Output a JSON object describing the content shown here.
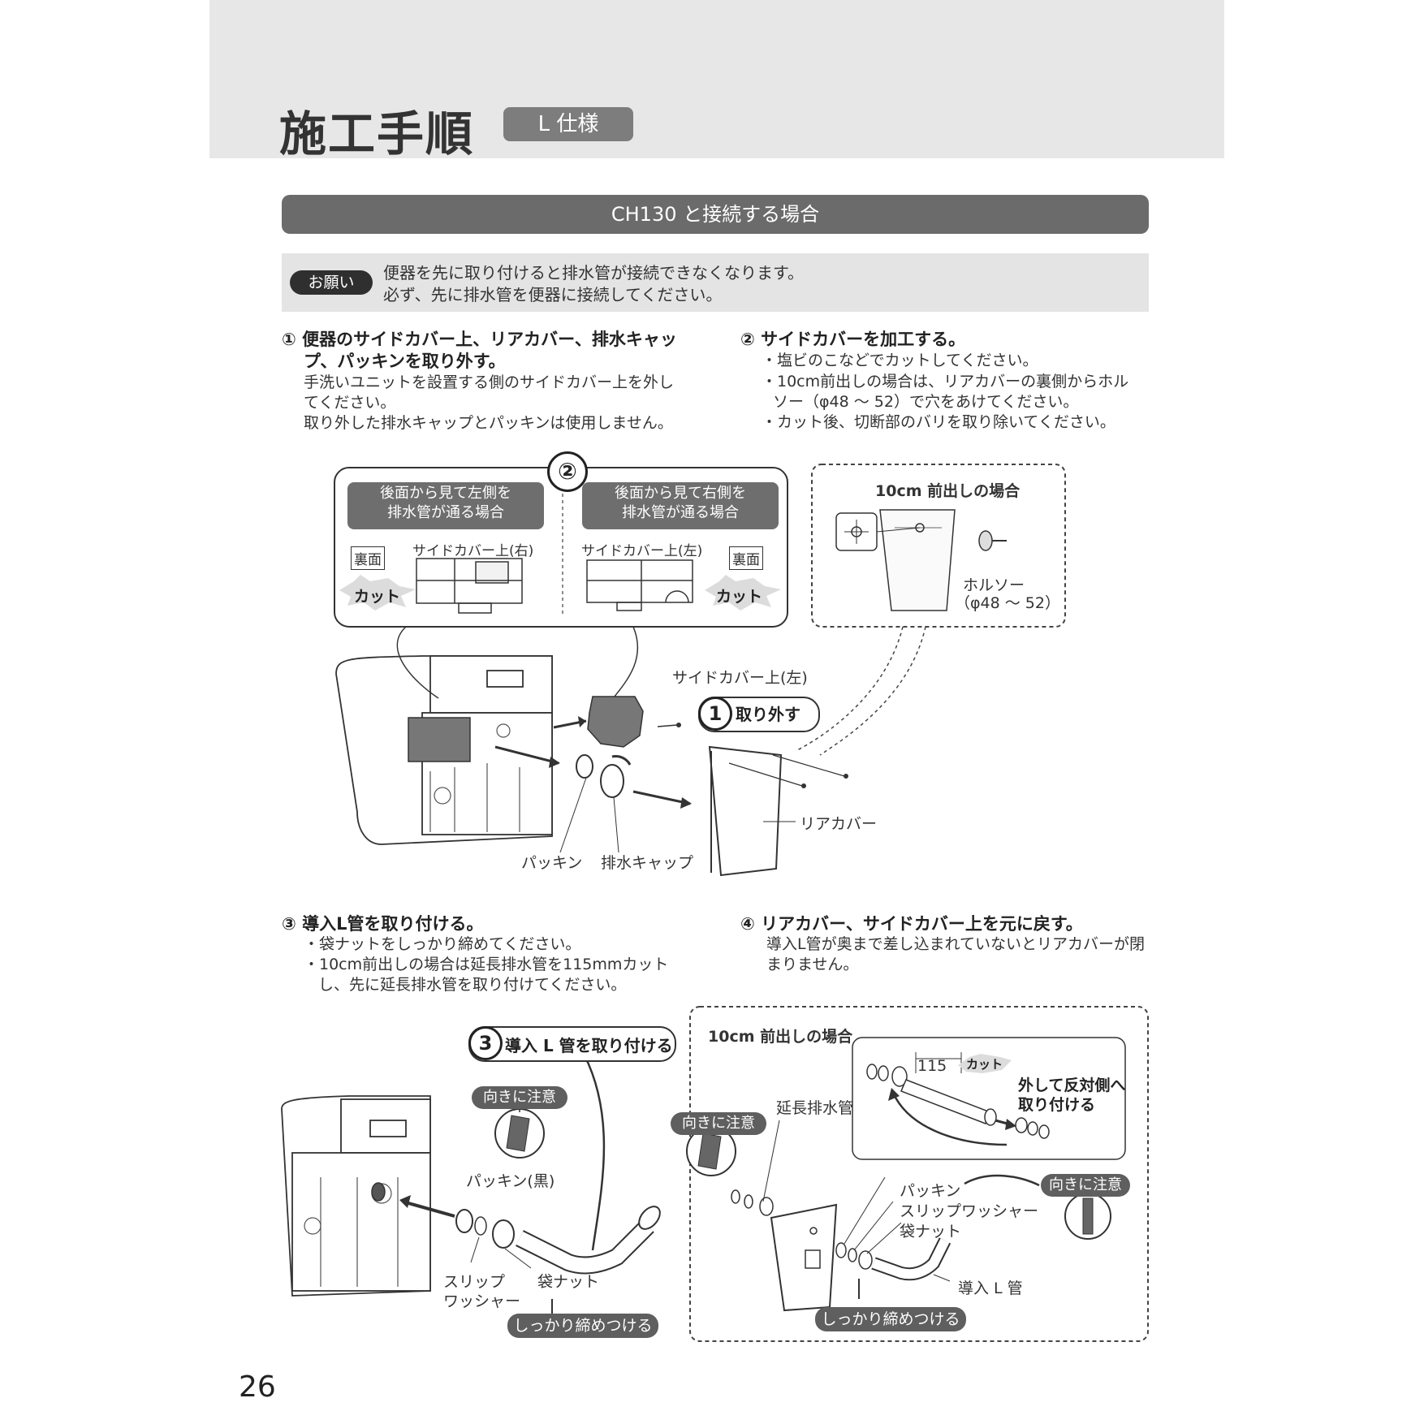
{
  "header": {
    "title": "施工手順",
    "spec_badge": "L 仕様"
  },
  "section": {
    "title": "CH130 と接続する場合"
  },
  "notice": {
    "badge": "お願い",
    "lines": [
      "便器を先に取り付けると排水管が接続できなくなります。",
      "必ず、先に排水管を便器に接続してください。"
    ]
  },
  "steps": {
    "s1": {
      "title_lines": [
        "① 便器のサイドカバー上、リアカバー、排水キャッ",
        "プ、パッキンを取り外す。"
      ],
      "text_lines": [
        "手洗いユニットを設置する側のサイドカバー上を外し",
        "てください。",
        "取り外した排水キャップとパッキンは使用しません。"
      ]
    },
    "s2": {
      "title": "② サイドカバーを加工する。",
      "text_lines": [
        "・塩ビのこなどでカットしてください。",
        "・10cm前出しの場合は、リアカバーの裏側からホル",
        "ソー（φ48 ～ 52）で穴をあけてください。",
        "・カット後、切断部のバリを取り除いてください。"
      ]
    },
    "s3": {
      "title": "③ 導入L管を取り付ける。",
      "text_lines": [
        "・袋ナットをしっかり締めてください。",
        "・10cm前出しの場合は延長排水管を115mmカット",
        "し、先に延長排水管を取り付けてください。"
      ]
    },
    "s4": {
      "title": "④ リアカバー、サイドカバー上を元に戻す。",
      "text_lines": [
        "導入L管が奥まで差し込まれていないとリアカバーが閉",
        "まりません。"
      ]
    }
  },
  "fig1": {
    "step_marker": "②",
    "left_head_lines": [
      "後面から見て左側を",
      "排水管が通る場合"
    ],
    "right_head_lines": [
      "後面から見て右側を",
      "排水管が通る場合"
    ],
    "back_side": "裏面",
    "cut": "カット",
    "side_cover_right": "サイドカバー上(右)",
    "side_cover_left": "サイドカバー上(左)",
    "front10_title": "10cm 前出しの場合",
    "hole_saw": "ホルソー",
    "hole_saw_size": "（φ48 ～ 52）",
    "side_cover_left_callout": "サイドカバー上(左)",
    "remove_num": "1",
    "remove_label": "取り外す",
    "rear_cover": "リアカバー",
    "packing": "パッキン",
    "drain_cap": "排水キャップ"
  },
  "fig2": {
    "step_num": "3",
    "step_label": "導入 L 管を取り付ける",
    "caution": "向きに注意",
    "packing_black": "パッキン(黒)",
    "slip_washer_lines": [
      "スリップ",
      "ワッシャー"
    ],
    "bag_nut": "袋ナット",
    "tighten": "しっかり締めつける"
  },
  "fig3": {
    "title": "10cm 前出しの場合",
    "dim": "115",
    "cut": "カット",
    "reattach_lines": [
      "外して反対側へ",
      "取り付ける"
    ],
    "extension_pipe": "延長排水管",
    "caution_left": "向きに注意",
    "packing": "パッキン",
    "slip_washer": "スリップワッシャー",
    "bag_nut": "袋ナット",
    "caution_right": "向きに注意",
    "l_pipe": "導入 L 管",
    "tighten": "しっかり締めつける"
  },
  "footer": {
    "page_number": "26"
  }
}
